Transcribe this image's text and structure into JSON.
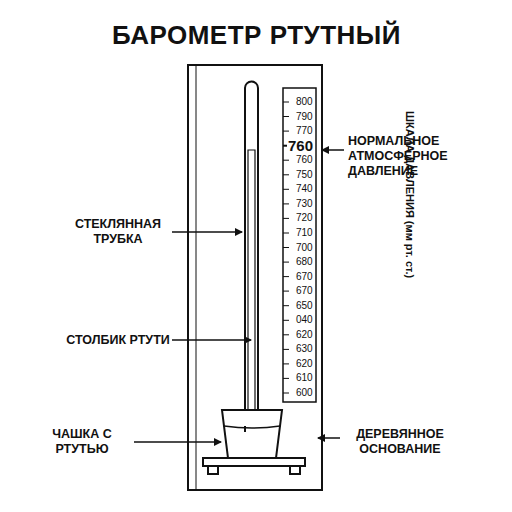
{
  "diagram": {
    "title": "БАРОМЕТР РТУТНЫЙ",
    "labels": [
      "800",
      "790",
      "770",
      "760",
      "760",
      "750",
      "740",
      "730",
      "720",
      "710",
      "700",
      "680",
      "670",
      "670",
      "650",
      "040",
      "620",
      "630",
      "620",
      "610",
      "600",
      "СТЕКЛЯННАЯ ТРУБКА",
      "СТОЛБИК РТУТИ",
      "ЧАШКА С РТУТЬЮ",
      "НОРМАЛЬНОЕ АТМОСФЕРНОЕ ДАВЛЕНИЕ",
      "ШКАЛА ДАВЛЕНИЯ (мм рт. ст.)",
      "ДЕРЕВЯННОЕ ОСНОВАНИЕ"
    ]
  }
}
